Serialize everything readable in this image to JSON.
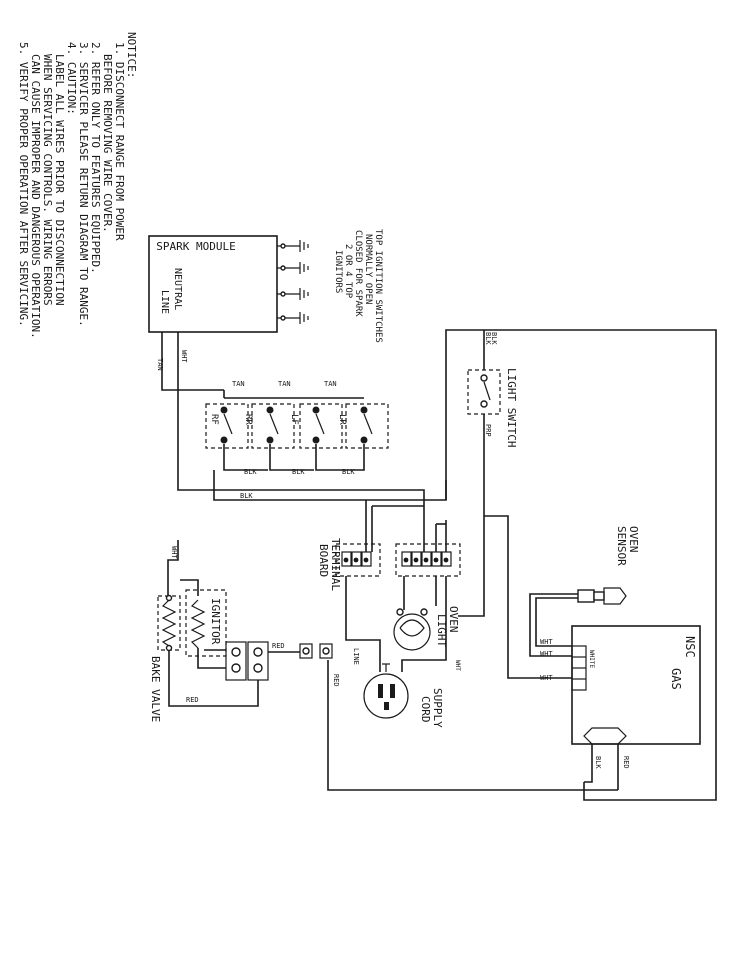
{
  "notice": {
    "title": "NOTICE:",
    "items": [
      "1. DISCONNECT RANGE FROM POWER",
      "   BEFORE REMOVING WIRE COVER.",
      "2. REFER ONLY TO FEATURES EQUIPPED.",
      "3. SERVICER PLEASE RETURN DIAGRAM TO RANGE.",
      "4. CAUTION:",
      "   LABEL ALL WIRES PRIOR TO DISCONNECTION",
      "   WHEN SERVICING CONTROLS. WIRING ERRORS",
      "   CAN CAUSE IMPROPER AND DANGEROUS OPERATION.",
      "5. VERIFY PROPER OPERATION AFTER SERVICING."
    ]
  },
  "spark_module": {
    "label": "SPARK MODULE",
    "neutral": "NEUTRAL",
    "line": "LINE",
    "note": [
      "TOP IGNITION SWITCHES",
      "NORMALLY OPEN",
      "CLOSED FOR SPARK",
      "2 OR 4 TOP",
      "IGNITORS"
    ]
  },
  "switches": {
    "rf": "RF",
    "rr": "RR",
    "lf": "LF",
    "lr": "LR"
  },
  "wires": {
    "tan": "TAN",
    "wht": "WHT",
    "blk": "BLK",
    "red": "RED",
    "prp": "PRP",
    "line": "LINE",
    "white": "WHITE"
  },
  "light_switch": "LIGHT SWITCH",
  "terminal_board": [
    "TERMINAL",
    "BOARD"
  ],
  "oven_light": [
    "OVEN",
    "LIGHT"
  ],
  "supply_cord": [
    "SUPPLY",
    "CORD"
  ],
  "oven_sensor": [
    "OVEN",
    "SENSOR"
  ],
  "nsc": [
    "NSC",
    "GAS"
  ],
  "ignitor": "IGNITOR",
  "bake_valve": "BAKE VALVE"
}
